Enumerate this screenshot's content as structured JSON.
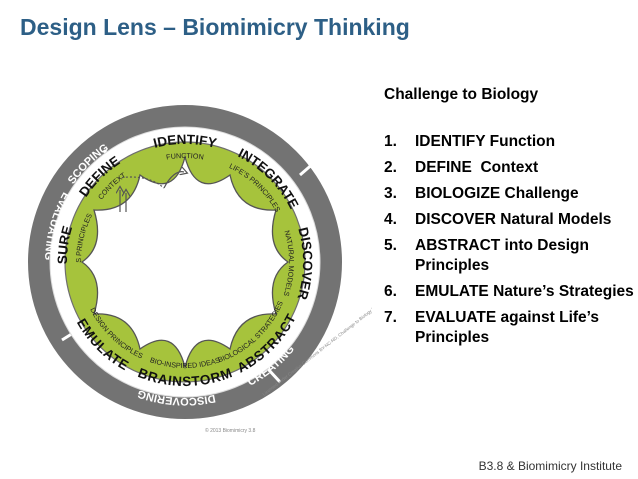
{
  "title": "Design Lens – Biomimicry Thinking",
  "list_title": "Challenge to Biology",
  "steps": [
    {
      "num": "1.",
      "text": "IDENTIFY Function"
    },
    {
      "num": "2.",
      "text": "DEFINE  Context"
    },
    {
      "num": "3.",
      "text": "BIOLOGIZE Challenge"
    },
    {
      "num": "4.",
      "text": "DISCOVER Natural Models"
    },
    {
      "num": "5.",
      "text": "ABSTRACT into Design Principles"
    },
    {
      "num": "6.",
      "text": "EMULATE Nature’s Strategies"
    },
    {
      "num": "7.",
      "text": "EVALUATE against Life’s Principles"
    }
  ],
  "footer": "B3.8 & Biomimicry Institute",
  "diagram": {
    "outer_phases": [
      "SCOPING",
      "DISCOVERING",
      "CREATING",
      "EVALUATING"
    ],
    "stages": [
      {
        "name": "IDENTIFY",
        "sub": "FUNCTION"
      },
      {
        "name": "INTEGRATE",
        "sub": "LIFE’S PRINCIPLES"
      },
      {
        "name": "DISCOVER",
        "sub": "NATURAL MODELS"
      },
      {
        "name": "ABSTRACT",
        "sub": "BIOLOGICAL STRATEGIES"
      },
      {
        "name": "BRAINSTORM",
        "sub": "BIO-INSPIRED IDEAS"
      },
      {
        "name": "EMULATE",
        "sub": "DESIGN PRINCIPLES"
      },
      {
        "name": "MEASURE",
        "sub": "USING LIFE’S PRINCIPLES"
      },
      {
        "name": "DEFINE",
        "sub": "CONTEXT"
      }
    ],
    "copyright": "© 2013 Biomimicry 3.8",
    "license": "Licensed under Creative Commons BY-NC-ND, Challenge to Biology 2.0",
    "colors": {
      "outer_ring": "#737373",
      "green_ring": "#a6c33c",
      "ring_text_outer": "#ffffff",
      "stage_text": "#111111",
      "title": "#2d5f86"
    }
  }
}
